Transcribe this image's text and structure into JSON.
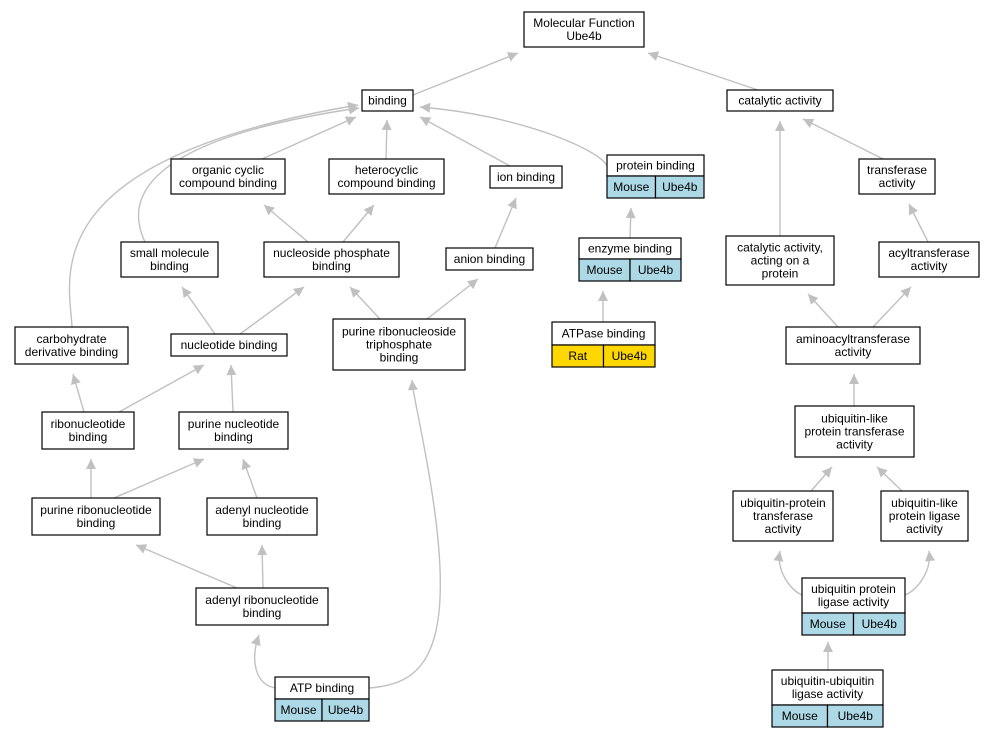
{
  "colors": {
    "edge": "#c0c0c0",
    "node_border": "#000000",
    "node_fill": "#ffffff",
    "mouse": "#add8e6",
    "rat": "#ffd700"
  },
  "nodes": [
    {
      "id": "mf",
      "lines": [
        "Molecular Function",
        "Ube4b"
      ]
    },
    {
      "id": "binding",
      "lines": [
        "binding"
      ]
    },
    {
      "id": "catalytic",
      "lines": [
        "catalytic activity"
      ]
    },
    {
      "id": "organic",
      "lines": [
        "organic cyclic",
        "compound binding"
      ]
    },
    {
      "id": "hetero",
      "lines": [
        "heterocyclic",
        "compound binding"
      ]
    },
    {
      "id": "ion",
      "lines": [
        "ion binding"
      ]
    },
    {
      "id": "protein",
      "lines": [
        "protein binding"
      ],
      "cells": [
        {
          "text": "Mouse",
          "species": "mouse"
        },
        {
          "text": "Ube4b",
          "species": "mouse"
        }
      ]
    },
    {
      "id": "transferase",
      "lines": [
        "transferase",
        "activity"
      ]
    },
    {
      "id": "smallmol",
      "lines": [
        "small molecule",
        "binding"
      ]
    },
    {
      "id": "nucphos",
      "lines": [
        "nucleoside phosphate",
        "binding"
      ]
    },
    {
      "id": "anion",
      "lines": [
        "anion binding"
      ]
    },
    {
      "id": "enzyme",
      "lines": [
        "enzyme binding"
      ],
      "cells": [
        {
          "text": "Mouse",
          "species": "mouse"
        },
        {
          "text": "Ube4b",
          "species": "mouse"
        }
      ]
    },
    {
      "id": "catprot",
      "lines": [
        "catalytic activity,",
        "acting on a",
        "protein"
      ]
    },
    {
      "id": "acyl",
      "lines": [
        "acyltransferase",
        "activity"
      ]
    },
    {
      "id": "carb",
      "lines": [
        "carbohydrate",
        "derivative binding"
      ]
    },
    {
      "id": "nucleotide",
      "lines": [
        "nucleotide binding"
      ]
    },
    {
      "id": "purtri",
      "lines": [
        "purine ribonucleoside",
        "triphosphate",
        "binding"
      ]
    },
    {
      "id": "atpase",
      "lines": [
        "ATPase binding"
      ],
      "cells": [
        {
          "text": "Rat",
          "species": "rat"
        },
        {
          "text": "Ube4b",
          "species": "rat"
        }
      ]
    },
    {
      "id": "aminoacyl",
      "lines": [
        "aminoacyltransferase",
        "activity"
      ]
    },
    {
      "id": "ribonuc",
      "lines": [
        "ribonucleotide",
        "binding"
      ]
    },
    {
      "id": "purnuc",
      "lines": [
        "purine nucleotide",
        "binding"
      ]
    },
    {
      "id": "ubllike",
      "lines": [
        "ubiquitin-like",
        "protein transferase",
        "activity"
      ]
    },
    {
      "id": "purribo",
      "lines": [
        "purine ribonucleotide",
        "binding"
      ]
    },
    {
      "id": "adenylnuc",
      "lines": [
        "adenyl nucleotide",
        "binding"
      ]
    },
    {
      "id": "ubprottrans",
      "lines": [
        "ubiquitin-protein",
        "transferase",
        "activity"
      ]
    },
    {
      "id": "ubllig",
      "lines": [
        "ubiquitin-like",
        "protein ligase",
        "activity"
      ]
    },
    {
      "id": "adenylribo",
      "lines": [
        "adenyl ribonucleotide",
        "binding"
      ]
    },
    {
      "id": "ubplig",
      "lines": [
        "ubiquitin protein",
        "ligase activity"
      ],
      "cells": [
        {
          "text": "Mouse",
          "species": "mouse"
        },
        {
          "text": "Ube4b",
          "species": "mouse"
        }
      ]
    },
    {
      "id": "atp",
      "lines": [
        "ATP binding"
      ],
      "cells": [
        {
          "text": "Mouse",
          "species": "mouse"
        },
        {
          "text": "Ube4b",
          "species": "mouse"
        }
      ]
    },
    {
      "id": "ububig",
      "lines": [
        "ubiquitin-ubiquitin",
        "ligase activity"
      ],
      "cells": [
        {
          "text": "Mouse",
          "species": "mouse"
        },
        {
          "text": "Ube4b",
          "species": "mouse"
        }
      ]
    }
  ],
  "edges": [
    {
      "from": "binding",
      "to": "mf"
    },
    {
      "from": "catalytic",
      "to": "mf"
    },
    {
      "from": "organic",
      "to": "binding"
    },
    {
      "from": "hetero",
      "to": "binding"
    },
    {
      "from": "ion",
      "to": "binding"
    },
    {
      "from": "protein",
      "to": "binding"
    },
    {
      "from": "smallmol",
      "to": "binding"
    },
    {
      "from": "carb",
      "to": "binding"
    },
    {
      "from": "transferase",
      "to": "catalytic"
    },
    {
      "from": "catprot",
      "to": "catalytic"
    },
    {
      "from": "nucphos",
      "to": "organic"
    },
    {
      "from": "nucphos",
      "to": "hetero"
    },
    {
      "from": "anion",
      "to": "ion"
    },
    {
      "from": "enzyme",
      "to": "protein"
    },
    {
      "from": "atpase",
      "to": "enzyme"
    },
    {
      "from": "acyl",
      "to": "transferase"
    },
    {
      "from": "nucleotide",
      "to": "smallmol"
    },
    {
      "from": "nucleotide",
      "to": "nucphos"
    },
    {
      "from": "purtri",
      "to": "nucphos"
    },
    {
      "from": "purtri",
      "to": "anion"
    },
    {
      "from": "aminoacyl",
      "to": "catprot"
    },
    {
      "from": "aminoacyl",
      "to": "acyl"
    },
    {
      "from": "ribonuc",
      "to": "carb"
    },
    {
      "from": "ribonuc",
      "to": "nucleotide"
    },
    {
      "from": "purnuc",
      "to": "nucleotide"
    },
    {
      "from": "ubllike",
      "to": "aminoacyl"
    },
    {
      "from": "purribo",
      "to": "ribonuc"
    },
    {
      "from": "purribo",
      "to": "purnuc"
    },
    {
      "from": "adenylnuc",
      "to": "purnuc"
    },
    {
      "from": "ubprottrans",
      "to": "ubllike"
    },
    {
      "from": "ubllig",
      "to": "ubllike"
    },
    {
      "from": "adenylribo",
      "to": "purribo"
    },
    {
      "from": "adenylribo",
      "to": "adenylnuc"
    },
    {
      "from": "ubplig",
      "to": "ubprottrans"
    },
    {
      "from": "ubplig",
      "to": "ubllig"
    },
    {
      "from": "atp",
      "to": "adenylribo"
    },
    {
      "from": "atp",
      "to": "purtri"
    },
    {
      "from": "ububig",
      "to": "ubplig"
    }
  ]
}
